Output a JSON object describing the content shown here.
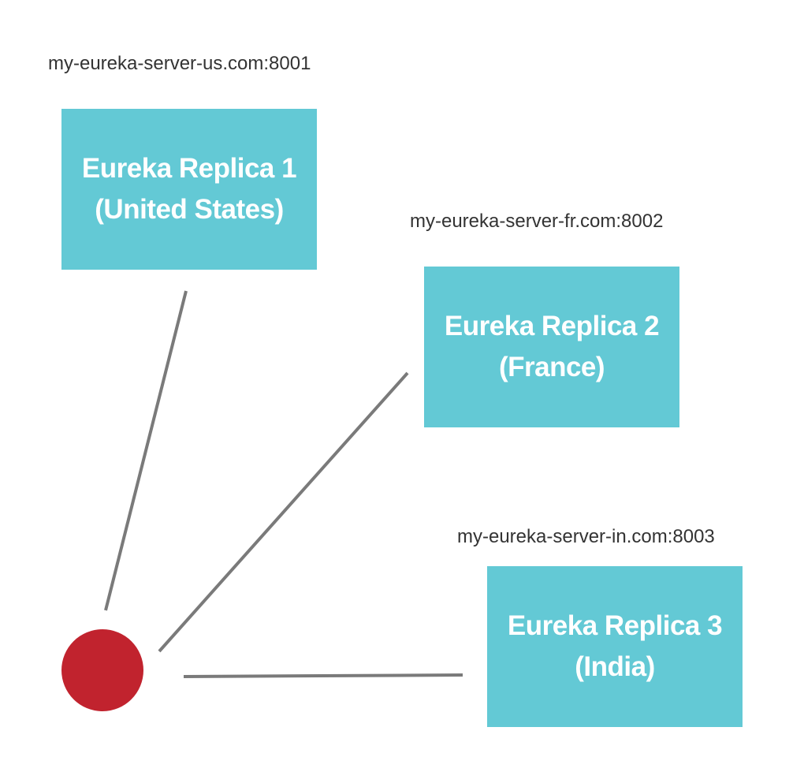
{
  "colors": {
    "replica_fill": "#63c9d5",
    "client_fill": "#c1232e",
    "link_stroke": "#7a7a7a",
    "host_text": "#333333"
  },
  "replicas": [
    {
      "host": "my-eureka-server-us.com:8001",
      "name": "Eureka Replica 1",
      "region": "(United States)"
    },
    {
      "host": "my-eureka-server-fr.com:8002",
      "name": "Eureka Replica 2",
      "region": "(France)"
    },
    {
      "host": "my-eureka-server-in.com:8003",
      "name": "Eureka Replica 3",
      "region": "(India)"
    }
  ],
  "client": {
    "shape": "circle"
  },
  "connections": [
    {
      "from": "client",
      "to": "replica-1"
    },
    {
      "from": "client",
      "to": "replica-2"
    },
    {
      "from": "client",
      "to": "replica-3"
    }
  ]
}
